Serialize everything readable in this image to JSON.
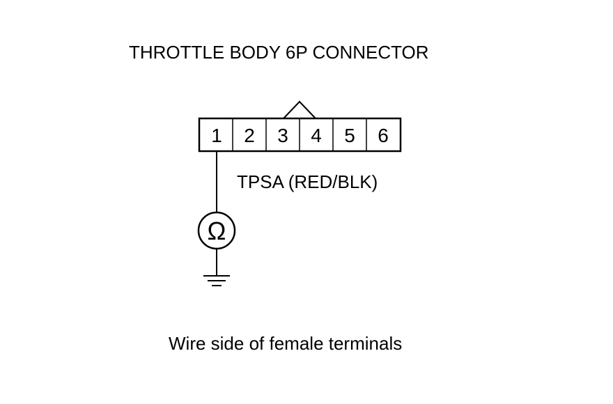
{
  "diagram": {
    "title": "THROTTLE BODY 6P CONNECTOR",
    "connector": {
      "terminals": [
        "1",
        "2",
        "3",
        "4",
        "5",
        "6"
      ]
    },
    "wire_label": "TPSA (RED/BLK)",
    "meter_symbol": "Ω",
    "caption": "Wire side of female terminals"
  }
}
